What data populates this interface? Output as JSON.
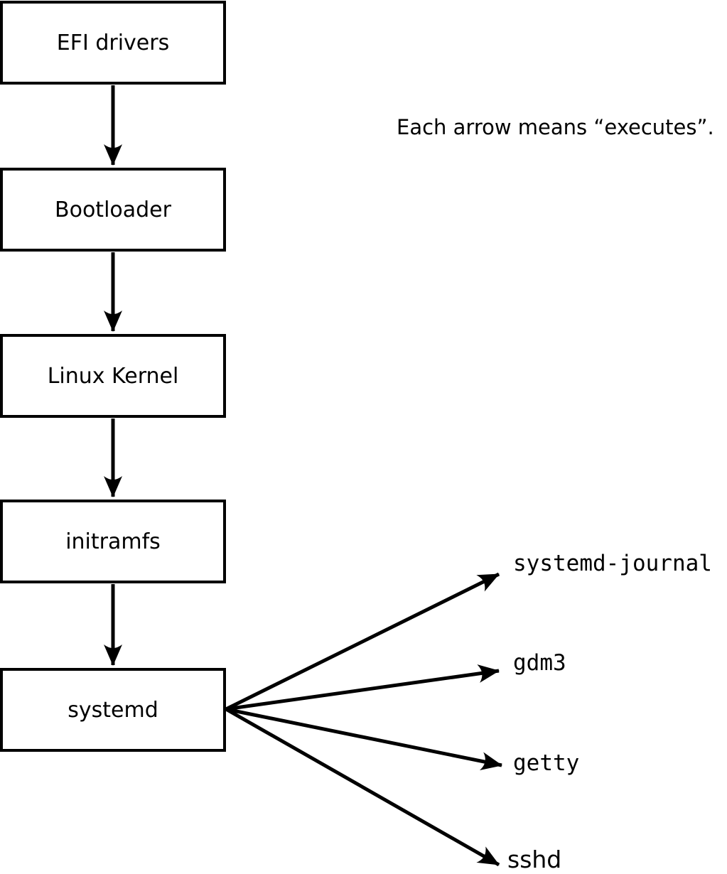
{
  "note": {
    "text": "Each arrow means “executes”."
  },
  "diagram": {
    "colors": {
      "stroke": "#000000",
      "background": "#ffffff"
    },
    "boxes": [
      {
        "label": "EFI drivers"
      },
      {
        "label": "Bootloader"
      },
      {
        "label": "Linux Kernel"
      },
      {
        "label": "initramfs"
      },
      {
        "label": "systemd"
      }
    ],
    "spawned_processes": [
      {
        "label": "systemd-journal"
      },
      {
        "label": "gdm3"
      },
      {
        "label": "getty"
      },
      {
        "label": "sshd"
      }
    ],
    "edges": [
      {
        "from": "EFI drivers",
        "to": "Bootloader"
      },
      {
        "from": "Bootloader",
        "to": "Linux Kernel"
      },
      {
        "from": "Linux Kernel",
        "to": "initramfs"
      },
      {
        "from": "initramfs",
        "to": "systemd"
      },
      {
        "from": "systemd",
        "to": "systemd-journal"
      },
      {
        "from": "systemd",
        "to": "gdm3"
      },
      {
        "from": "systemd",
        "to": "getty"
      },
      {
        "from": "systemd",
        "to": "sshd"
      }
    ]
  }
}
